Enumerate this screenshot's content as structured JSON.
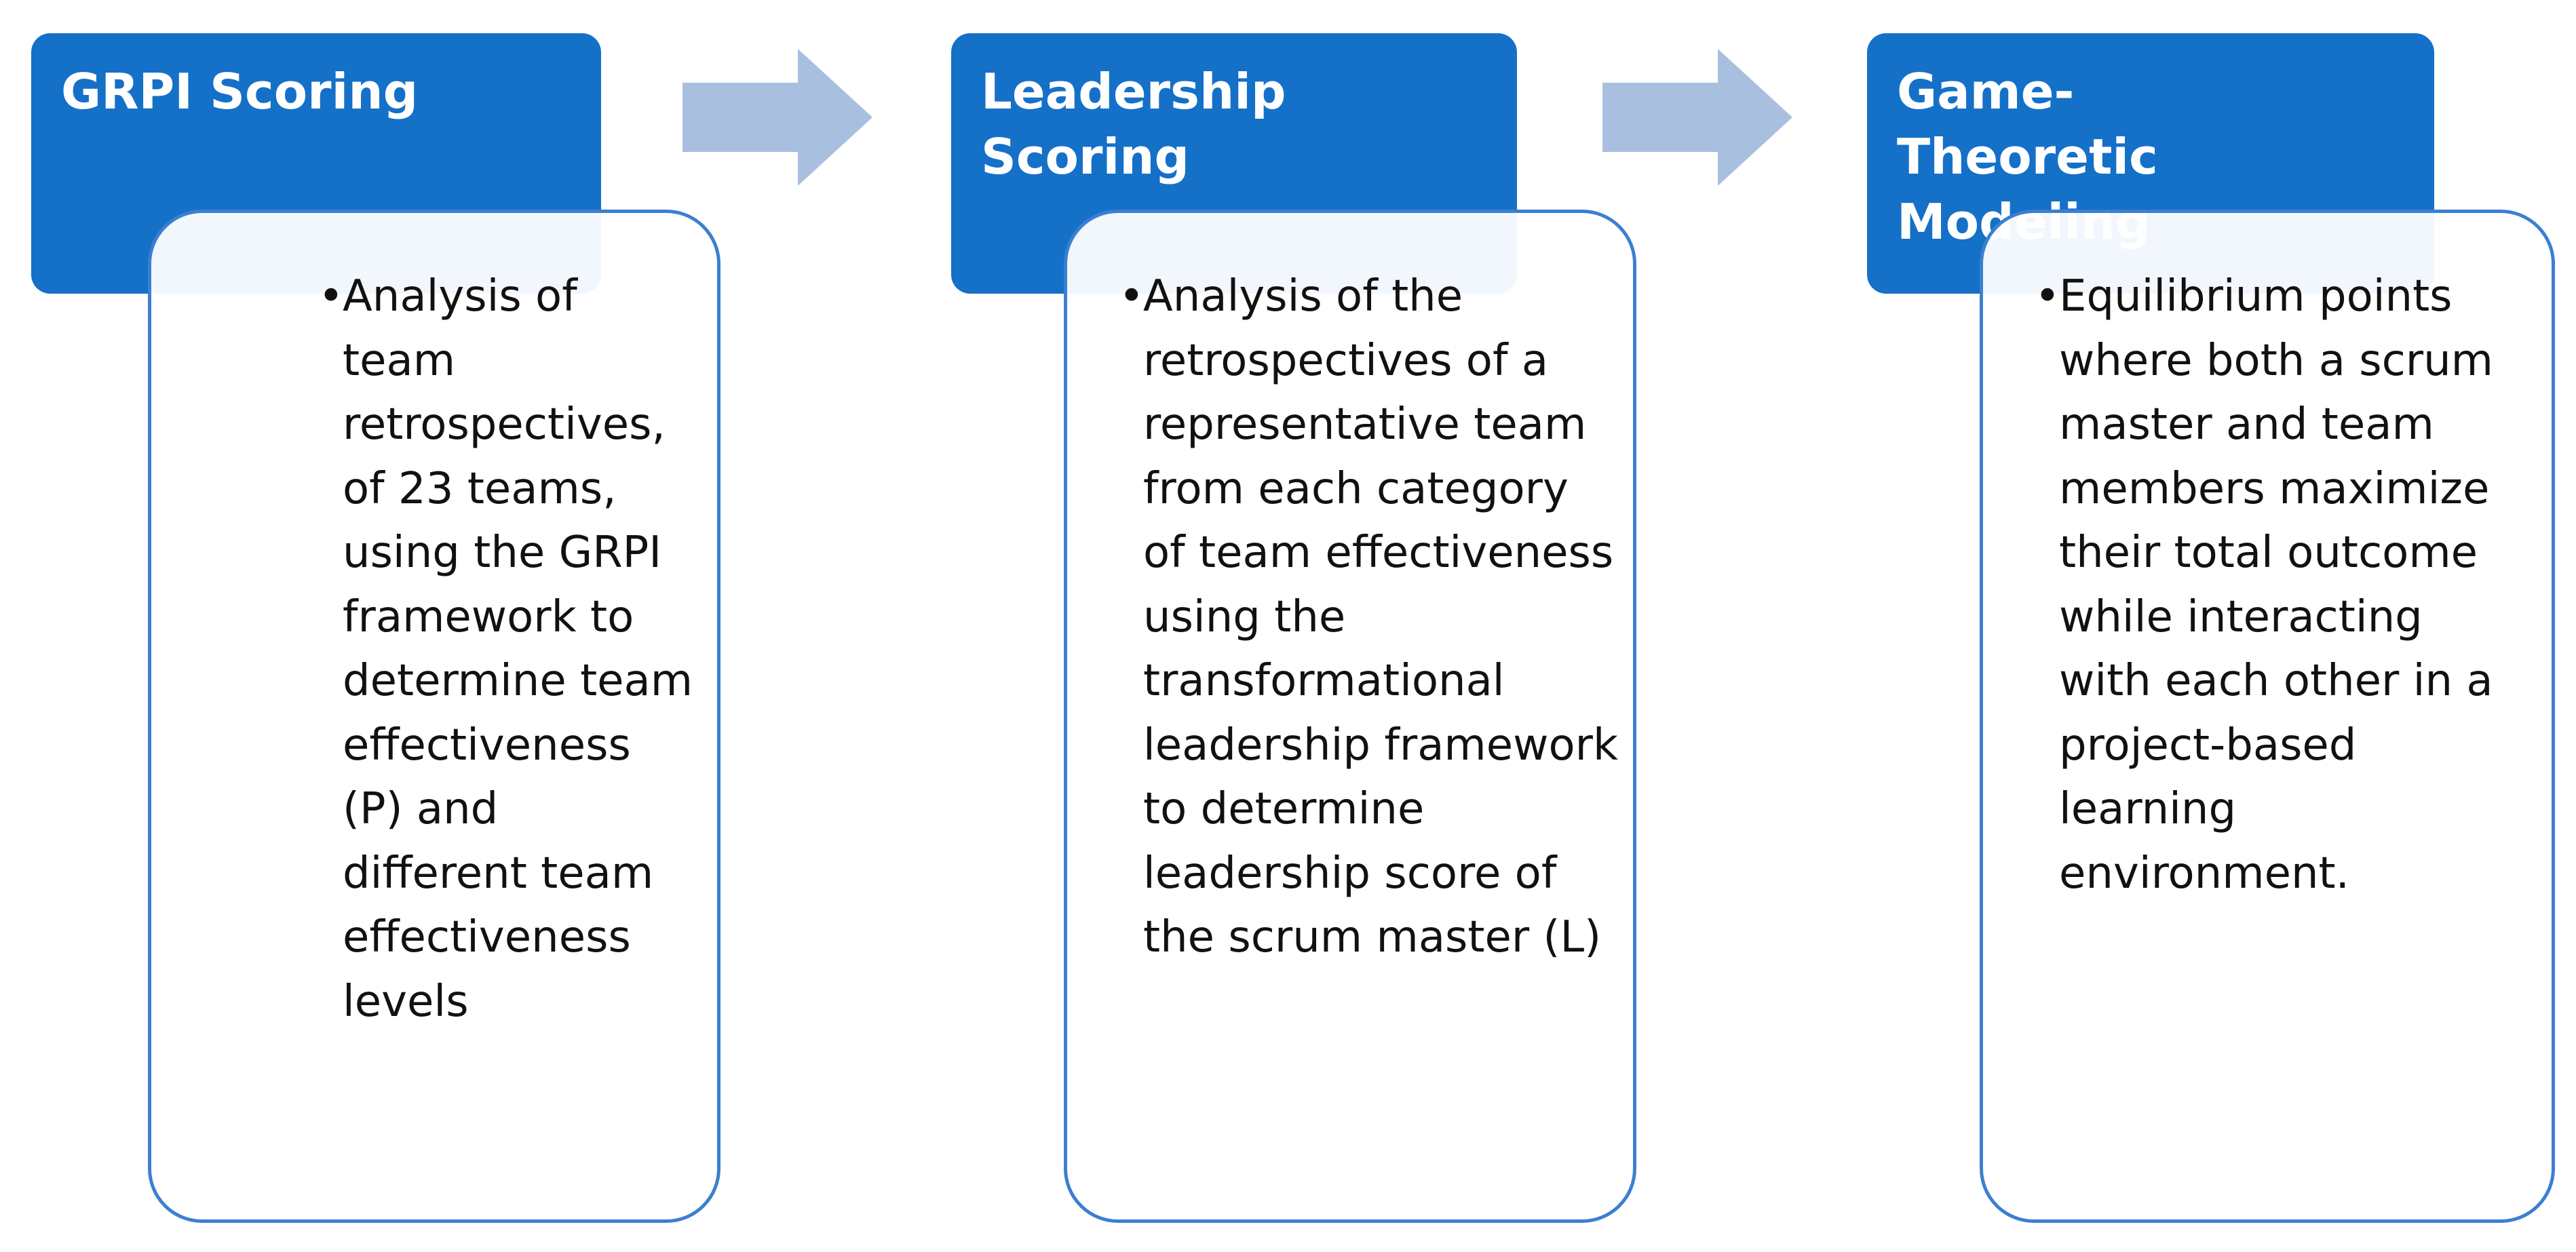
{
  "colors": {
    "header_fill": "#1570c8",
    "card_border": "#3b7fd0",
    "arrow_fill": "#a9bfe0"
  },
  "steps": [
    {
      "title": "GRPI Scoring",
      "bullet": "Analysis of team retrospectives, of 23 teams, using the GRPI framework to determine team effectiveness (P) and different team effectiveness levels"
    },
    {
      "title": "Leadership Scoring",
      "bullet": "Analysis of the retrospectives of a representative team from each category of team effectiveness using the transformational leadership framework to determine leadership score of the scrum master (L)"
    },
    {
      "title": "Game-Theoretic Modeling",
      "bullet": "Equilibrium points where both a scrum master and team members maximize their total outcome while interacting with each other in a project-based learning environment."
    }
  ],
  "connectors": [
    {
      "icon": "right-arrow-icon"
    },
    {
      "icon": "right-arrow-icon"
    }
  ]
}
